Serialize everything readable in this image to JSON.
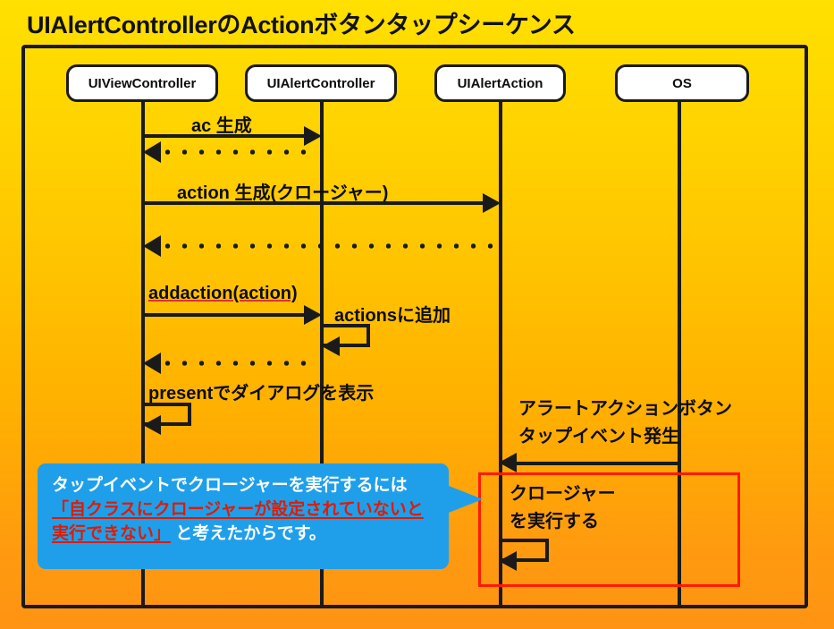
{
  "diagram": {
    "title": "UIAlertControllerのActionボタンタップシーケンス",
    "type": "sequence-diagram",
    "background_top_color": "#FFE000",
    "background_bottom_color": "#FF9313",
    "frame_color": "#1a1a1a"
  },
  "participants": [
    {
      "id": "uiviewcontroller",
      "label": "UIViewController"
    },
    {
      "id": "uialertcontroller",
      "label": "UIAlertController"
    },
    {
      "id": "uialertaction",
      "label": "UIAlertAction"
    },
    {
      "id": "os",
      "label": "OS"
    }
  ],
  "messages": [
    {
      "id": "m1",
      "label": "ac 生成",
      "from": "uiviewcontroller",
      "to": "uialertcontroller",
      "style": "solid",
      "direction": "right"
    },
    {
      "id": "m2",
      "label": "",
      "from": "uialertcontroller",
      "to": "uiviewcontroller",
      "style": "dotted",
      "direction": "left"
    },
    {
      "id": "m3",
      "label": "action 生成(クロージャー)",
      "from": "uiviewcontroller",
      "to": "uialertaction",
      "style": "solid",
      "direction": "right"
    },
    {
      "id": "m4",
      "label": "",
      "from": "uialertaction",
      "to": "uiviewcontroller",
      "style": "dotted",
      "direction": "left"
    },
    {
      "id": "m5",
      "label": "addaction(action)",
      "from": "uiviewcontroller",
      "to": "uialertcontroller",
      "style": "solid",
      "direction": "right",
      "underline": "red"
    },
    {
      "id": "m6",
      "label": "actionsに追加",
      "from": "uialertcontroller",
      "to": "uialertcontroller",
      "style": "self",
      "direction": "self"
    },
    {
      "id": "m7",
      "label": "",
      "from": "uialertcontroller",
      "to": "uiviewcontroller",
      "style": "dotted",
      "direction": "left"
    },
    {
      "id": "m8",
      "label": "presentでダイアログを表示",
      "from": "uiviewcontroller",
      "to": "uiviewcontroller",
      "style": "self",
      "direction": "self"
    },
    {
      "id": "m9",
      "label": "アラートアクションボタン\nタップイベント発生",
      "from": "os",
      "to": "uialertaction",
      "style": "solid",
      "direction": "left"
    },
    {
      "id": "m10",
      "label": "クロージャー\nを実行する",
      "from": "uialertaction",
      "to": "uialertaction",
      "style": "self",
      "direction": "self"
    }
  ],
  "highlight_box": {
    "id": "closure-execution-highlight",
    "color": "#ff1a00"
  },
  "callout": {
    "id": "closure-explanation-callout",
    "background_color": "#1F9FEA",
    "text_color": "#ffffff",
    "highlight_color": "#E01B00",
    "lines": [
      {
        "plain_before": "タップイベントでクロージャーを実行するには",
        "highlighted": "",
        "plain_after": ""
      },
      {
        "plain_before": "",
        "highlighted": "「自クラスにクロージャーが設定されていないと",
        "plain_after": ""
      },
      {
        "plain_before": "",
        "highlighted": "実行できない」",
        "plain_after": " と考えたからです。"
      }
    ]
  }
}
